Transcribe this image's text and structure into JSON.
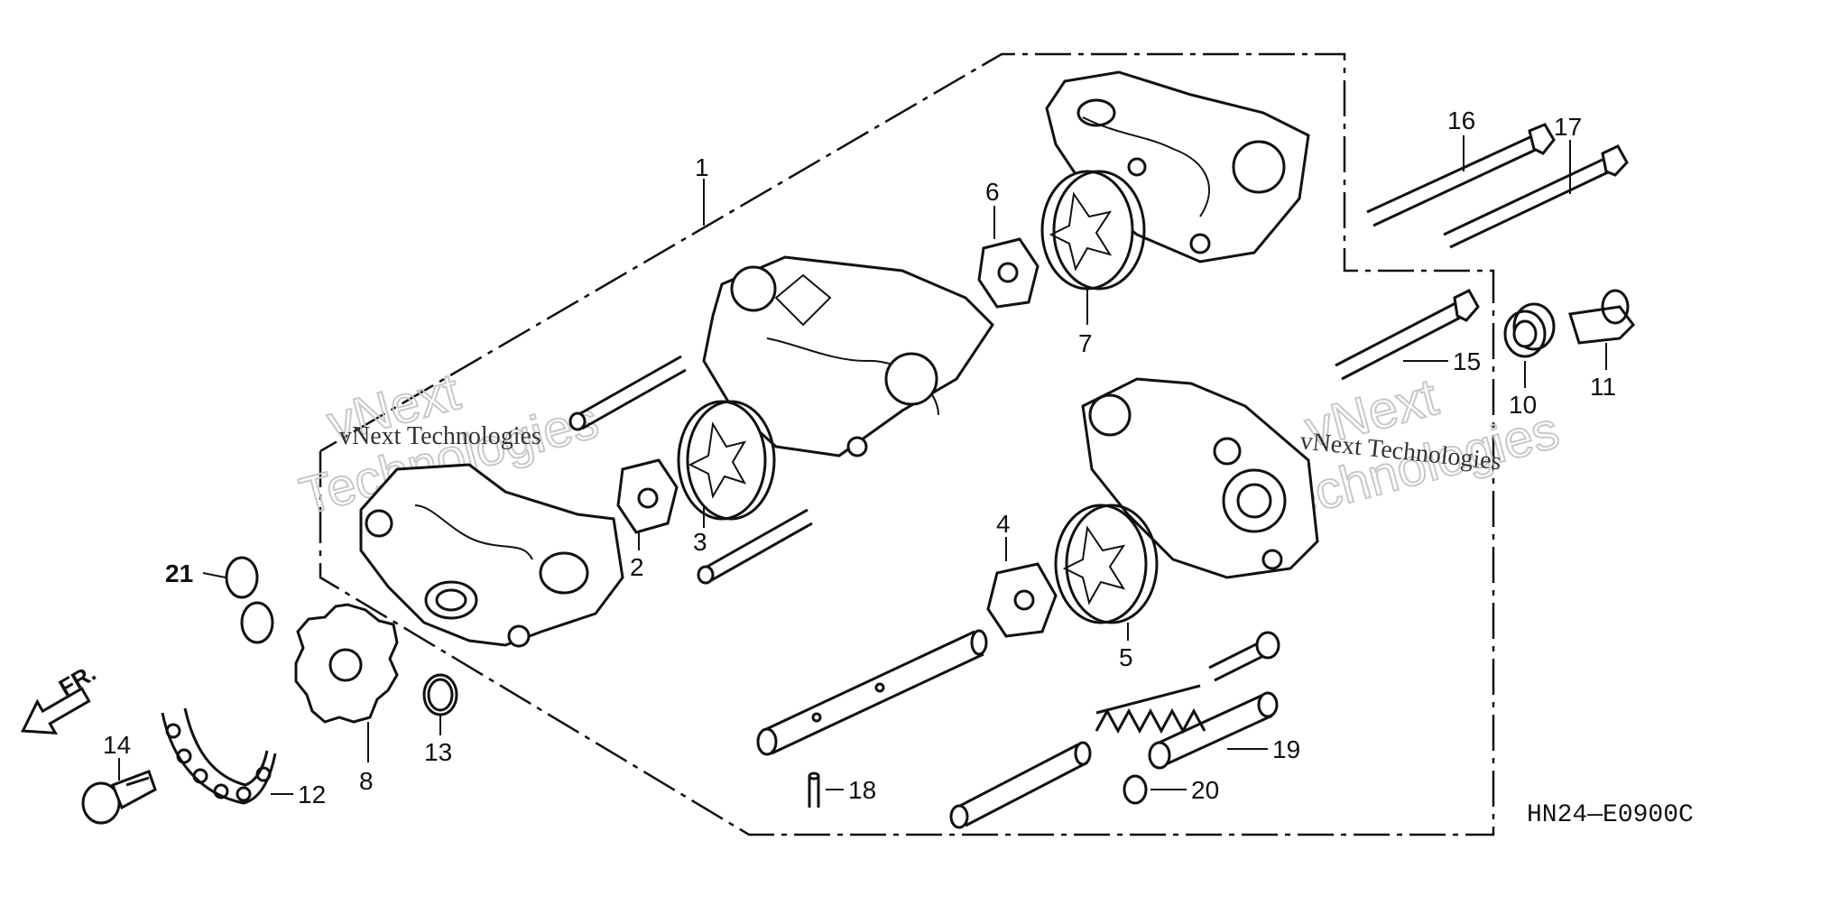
{
  "diagram": {
    "code": "HN24—E0900C",
    "front_label": "FR.",
    "watermarks": {
      "small": "vNext Technologies",
      "big_line1": "vNext",
      "big_line2": "Technologies"
    },
    "callouts": [
      "1",
      "2",
      "3",
      "4",
      "5",
      "6",
      "7",
      "8",
      "10",
      "11",
      "12",
      "13",
      "14",
      "15",
      "16",
      "17",
      "18",
      "19",
      "20",
      "21"
    ]
  }
}
